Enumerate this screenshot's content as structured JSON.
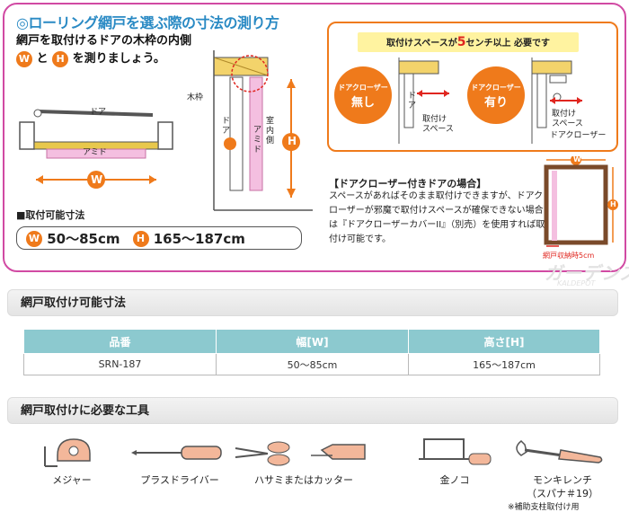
{
  "panel": {
    "title": "◎ローリング網戸を選ぶ際の寸法の測り方",
    "intro_line1": "網戸を取付けるドアの木枠の内側",
    "intro_w": "W",
    "intro_and": "と",
    "intro_h": "H",
    "intro_end": "を測りましょう。",
    "fig_label_door": "ドア",
    "fig_label_amido": "アミド",
    "fig_label_w": "W",
    "fig_label_wakuwaku": "木枠",
    "fig_label_door_v": "ドア",
    "fig_label_amido_v": "アミド",
    "fig_label_indoor": "室内側",
    "fig_label_h": "H",
    "range_heading": "■取付可能寸法",
    "range_w_icon": "W",
    "range_w": "50〜85cm",
    "range_h_icon": "H",
    "range_h": "165〜187cm"
  },
  "closer": {
    "space_prefix": "取付けスペースが",
    "space_num": "5",
    "space_suffix": "センチ以上 必要です",
    "none_small": "ドアクローザー",
    "none_big": "無し",
    "yes_small": "ドアクローザー",
    "yes_big": "有り",
    "door_label": "ドア",
    "space_label1": "取付け",
    "space_label2": "スペース",
    "closer_label": "ドアクローザー",
    "note_title": "【ドアクローザー付きドアの場合】",
    "note_body": "スペースがあればそのまま取付けできますが、ドアクローザーが邪魔で取付けスペースが確保できない場合は『ドアクローザーカバーII』（別売）を使用すれば取付け可能です。",
    "frame_w": "W",
    "frame_h": "H",
    "frame_caption": "網戸収納時5cm"
  },
  "watermark": "ガーデンズ",
  "watermark_sub": "KALDEPOT",
  "spec": {
    "heading": "網戸取付け可能寸法",
    "headers": [
      "品番",
      "幅[W]",
      "高さ[H]"
    ],
    "row": [
      "SRN-187",
      "50〜85cm",
      "165〜187cm"
    ]
  },
  "tools": {
    "heading": "網戸取付けに必要な工具",
    "items": [
      "メジャー",
      "プラスドライバー",
      "ハサミまたはカッター",
      "金ノコ",
      "モンキレンチ"
    ],
    "wrench_sub": "（スパナ＃19）",
    "note": "※補助支柱取付け用"
  },
  "colors": {
    "accent_pink": "#d14aa3",
    "accent_orange": "#ef7a1b",
    "title_blue": "#2a8ac4",
    "table_head": "#8cc9cf"
  }
}
